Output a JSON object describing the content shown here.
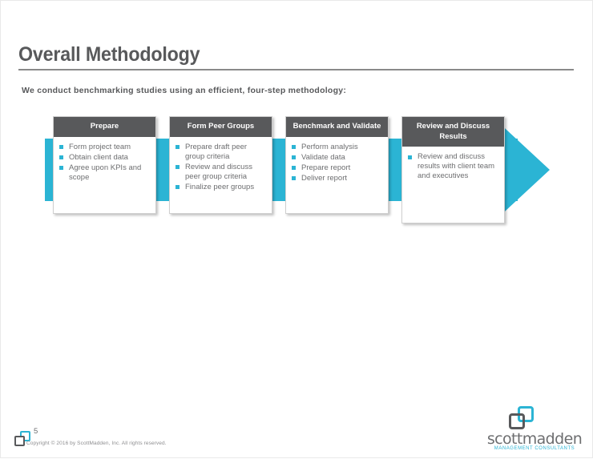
{
  "slide": {
    "title": "Overall Methodology",
    "subtitle": "We conduct benchmarking studies using an efficient, four-step methodology:"
  },
  "colors": {
    "accent_teal": "#2bb4d4",
    "header_gray": "#58595b",
    "body_text": "#6d6e70"
  },
  "diagram": {
    "type": "process-arrow",
    "steps": [
      {
        "title": "Prepare",
        "bullets": [
          "Form project team",
          "Obtain client data",
          "Agree upon KPIs and scope"
        ]
      },
      {
        "title": "Form Peer Groups",
        "bullets": [
          "Prepare draft peer group criteria",
          "Review and discuss peer group criteria",
          "Finalize peer groups"
        ]
      },
      {
        "title": "Benchmark and Validate",
        "bullets": [
          "Perform analysis",
          "Validate data",
          "Prepare report",
          "Deliver report"
        ]
      },
      {
        "title": "Review and Discuss Results",
        "bullets": [
          "Review and discuss results with client team and executives"
        ]
      }
    ]
  },
  "footer": {
    "page_number": "5",
    "copyright": "Copyright © 2016 by ScottMadden, Inc.  All rights reserved."
  },
  "brand": {
    "name": "scottmadden",
    "tagline": "MANAGEMENT CONSULTANTS"
  }
}
